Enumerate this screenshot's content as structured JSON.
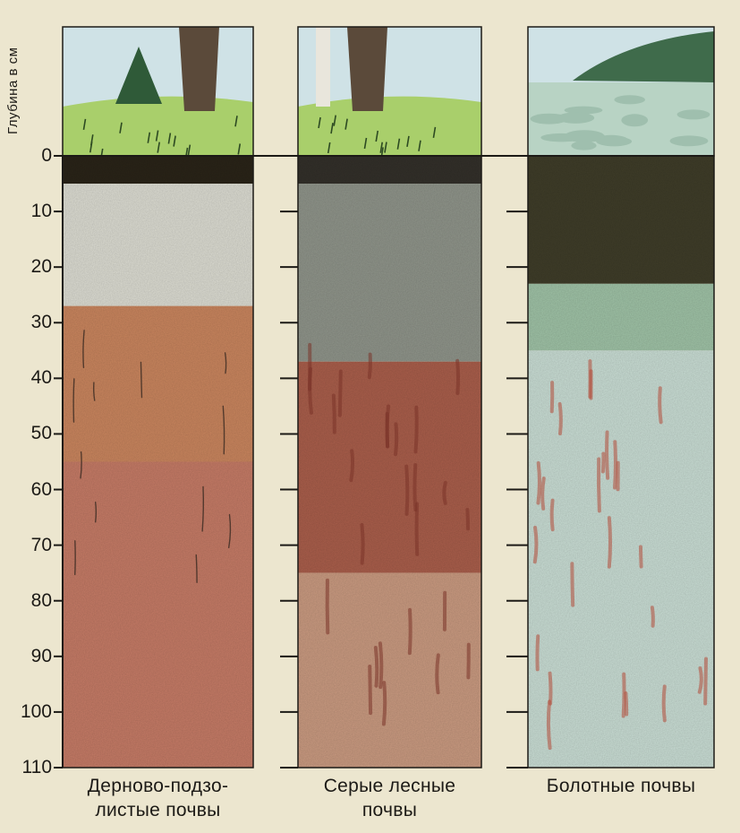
{
  "axis": {
    "title": "Глубина в см",
    "ticks": [
      0,
      10,
      20,
      30,
      40,
      50,
      60,
      70,
      80,
      90,
      100,
      110
    ]
  },
  "profiles": [
    {
      "caption_lines": [
        "Дерново-подзо-",
        "листые почвы"
      ],
      "horizons": [
        {
          "from": 0,
          "to": 5,
          "color": "#2a2418"
        },
        {
          "from": 5,
          "to": 27,
          "color": "#dcdcd2"
        },
        {
          "from": 27,
          "to": 55,
          "color": "#c9855e"
        },
        {
          "from": 55,
          "to": 110,
          "color": "#c57b66"
        }
      ]
    },
    {
      "caption_lines": [
        "Серые лесные",
        "почвы"
      ],
      "horizons": [
        {
          "from": 0,
          "to": 5,
          "color": "#33302a"
        },
        {
          "from": 5,
          "to": 37,
          "color": "#8f948a"
        },
        {
          "from": 37,
          "to": 75,
          "color": "#a95e4b"
        },
        {
          "from": 75,
          "to": 110,
          "color": "#c99a80"
        }
      ]
    },
    {
      "caption_lines": [
        "Болотные почвы"
      ],
      "horizons": [
        {
          "from": 0,
          "to": 23,
          "color": "#3f3d29"
        },
        {
          "from": 23,
          "to": 35,
          "color": "#9fc2a6"
        },
        {
          "from": 35,
          "to": 110,
          "color": "#c9ddd4"
        }
      ]
    }
  ],
  "colors": {
    "background": "#ece6cf",
    "frame": "#1c1a16",
    "sky": "#cfe2e6",
    "grass": "#a9cf6b",
    "bark": "#5b4a3a",
    "streak_rust": "#b24a38"
  }
}
